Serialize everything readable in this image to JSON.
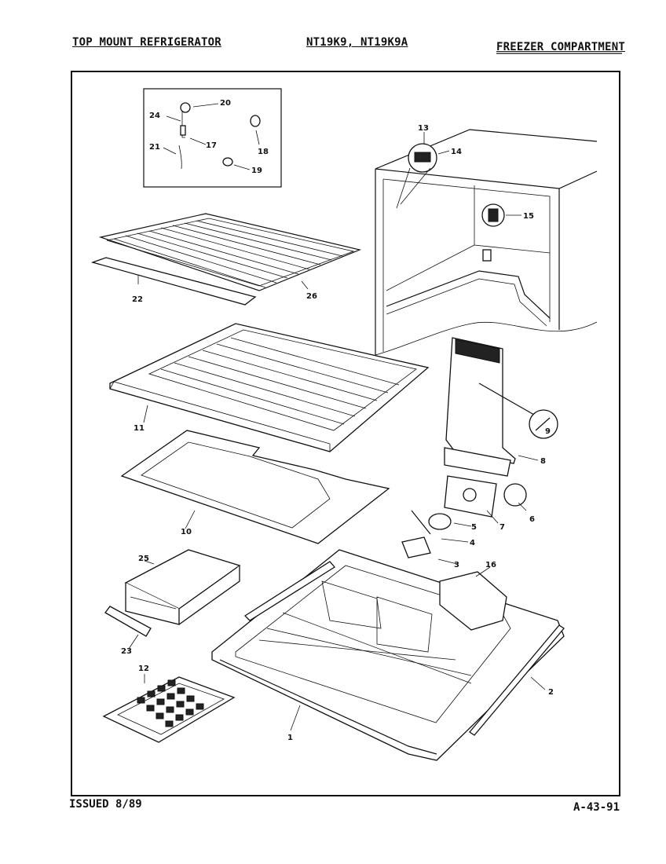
{
  "header": {
    "left": "TOP MOUNT REFRIGERATOR",
    "center": "NT19K9, NT19K9A",
    "right": "FREEZER COMPARTMENT"
  },
  "footer": {
    "left": "ISSUED 8/89",
    "right": "A-43-91"
  },
  "part_labels": {
    "p1": "1",
    "p2": "2",
    "p3": "3",
    "p4": "4",
    "p5": "5",
    "p6": "6",
    "p7": "7",
    "p8": "8",
    "p9": "9",
    "p10": "10",
    "p11": "11",
    "p12": "12",
    "p13": "13",
    "p14": "14",
    "p15": "15",
    "p16": "16",
    "p17": "17",
    "p18": "18",
    "p19": "19",
    "p20": "20",
    "p21": "21",
    "p22": "22",
    "p23": "23",
    "p24": "24",
    "p25": "25",
    "p26": "26"
  }
}
